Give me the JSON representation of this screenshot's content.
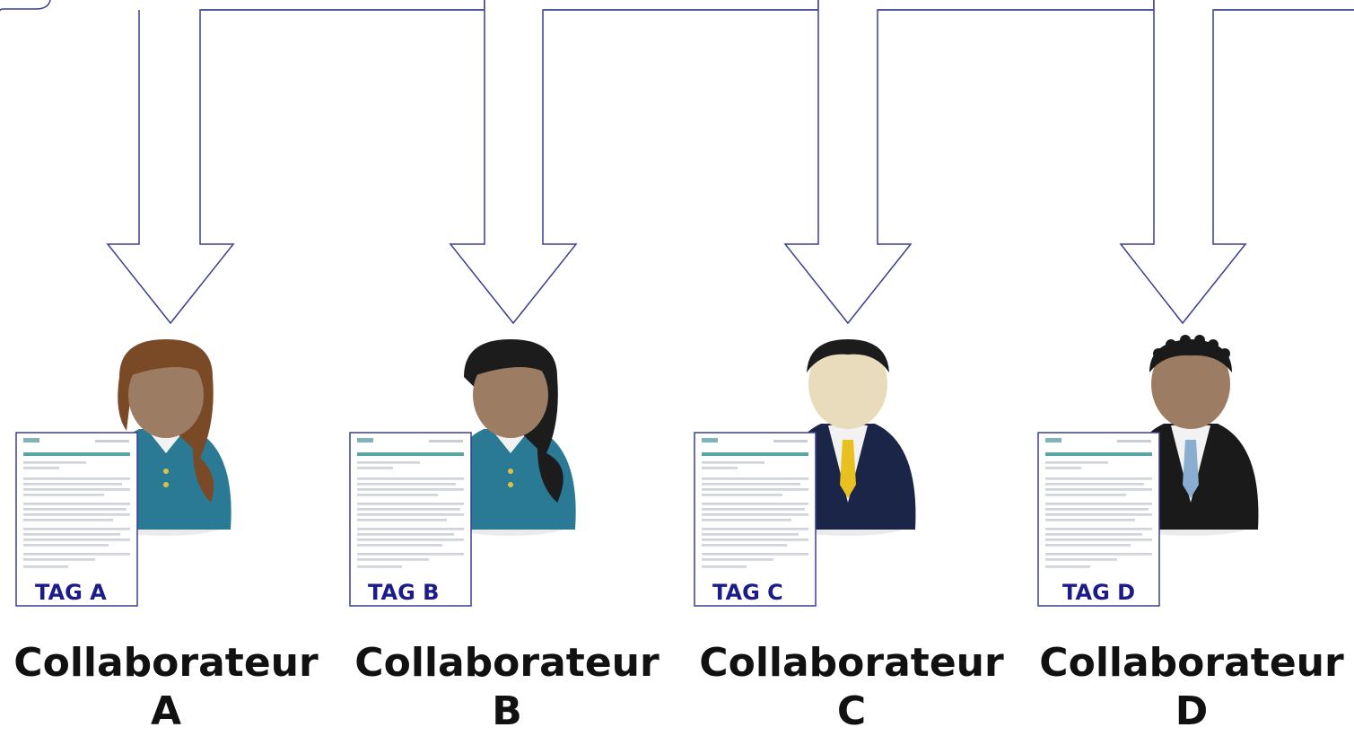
{
  "colors": {
    "arrow_stroke": "#3a3f8f",
    "tag_text": "#1b1b8a",
    "shirt_teal": "#2a7a95",
    "suit_navy": "#1b2547",
    "suit_black": "#1a1a1a",
    "skin": "#9c7c62",
    "skin_light": "#e8dcbc"
  },
  "collaborators": [
    {
      "id": "A",
      "tag": "TAG A",
      "name_line1": "Collaborateur",
      "name_line2": "A",
      "icon": "female-user-icon"
    },
    {
      "id": "B",
      "tag": "TAG B",
      "name_line1": "Collaborateur",
      "name_line2": "B",
      "icon": "female-user-icon"
    },
    {
      "id": "C",
      "tag": "TAG C",
      "name_line1": "Collaborateur",
      "name_line2": "C",
      "icon": "businessman-icon"
    },
    {
      "id": "D",
      "tag": "TAG D",
      "name_line1": "Collaborateur",
      "name_line2": "D",
      "icon": "businessman-icon"
    }
  ]
}
